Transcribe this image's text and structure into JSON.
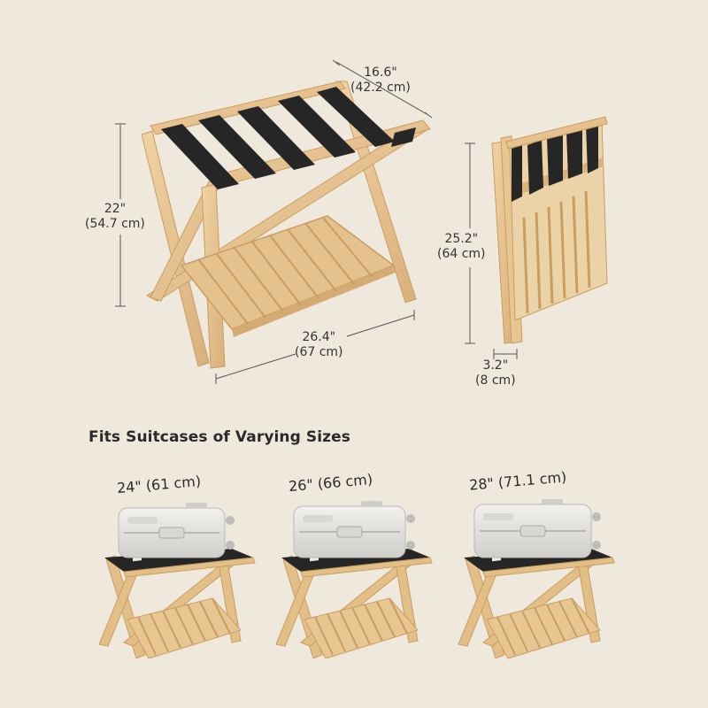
{
  "dimensions": {
    "depth": {
      "in": "16.6\"",
      "cm": "(42.2 cm)"
    },
    "height": {
      "in": "22\"",
      "cm": "(54.7 cm)"
    },
    "width": {
      "in": "26.4\"",
      "cm": "(67 cm)"
    },
    "folded_height": {
      "in": "25.2\"",
      "cm": "(64 cm)"
    },
    "folded_thickness": {
      "in": "3.2\"",
      "cm": "(8 cm)"
    }
  },
  "section_heading": "Fits Suitcases of Varying Sizes",
  "suitcases": [
    {
      "label": "24\" (61 cm)"
    },
    {
      "label": "26\" (66 cm)"
    },
    {
      "label": "28\" (71.1 cm)"
    }
  ],
  "colors": {
    "background": "#efe9dd",
    "wood": "#e9c997",
    "wood_shadow": "#d1a86d",
    "strap": "#262626",
    "suitcase": "#e4e3df"
  }
}
